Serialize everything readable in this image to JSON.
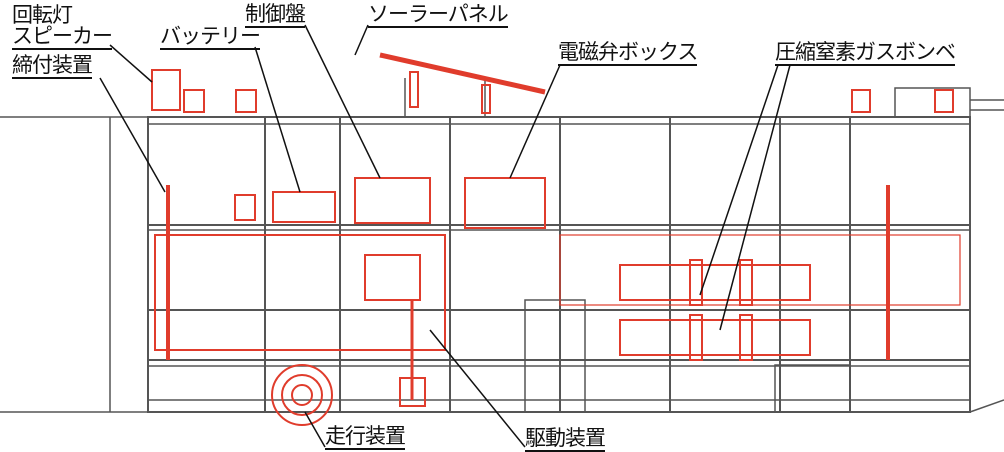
{
  "colors": {
    "frame": "#555555",
    "component": "#e03c2c",
    "text": "#111111"
  },
  "labels": {
    "rotating_light": "回転灯",
    "speaker": "スピーカー",
    "clamping_device": "締付装置",
    "battery": "バッテリー",
    "control_panel": "制御盤",
    "solar_panel": "ソーラーパネル",
    "solenoid_valve_box": "電磁弁ボックス",
    "nitrogen_cylinder": "圧縮窒素ガスボンベ",
    "travel_device": "走行装置",
    "drive_device": "駆動装置"
  }
}
